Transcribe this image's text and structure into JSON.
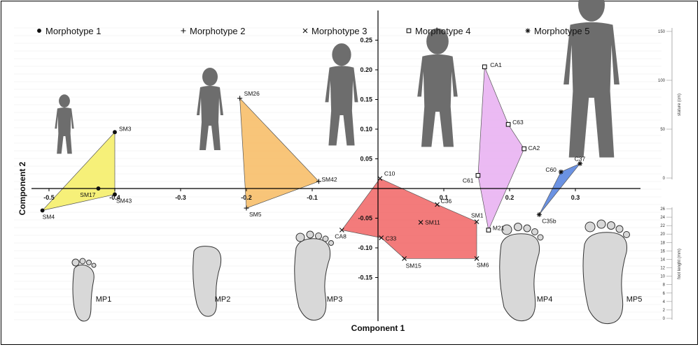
{
  "chart_data": {
    "type": "scatter",
    "xlabel": "Component 1",
    "ylabel": "Component 2",
    "x_ticks": [
      "-0.5",
      "-0.4",
      "-0.3",
      "-0.2",
      "-0.1",
      "0.1",
      "0.2",
      "0.3"
    ],
    "y_ticks": [
      "0.25",
      "0.20",
      "0.15",
      "0.10",
      "0.05",
      "-0.05",
      "-0.10",
      "-0.15"
    ],
    "legend": [
      {
        "marker": "●",
        "label": "Morphotype 1"
      },
      {
        "marker": "+",
        "label": "Morphotype 2"
      },
      {
        "marker": "x",
        "label": "Morphotype 3"
      },
      {
        "marker": "□",
        "label": "Morphotype 4"
      },
      {
        "marker": "*",
        "label": "Morphotype 5"
      }
    ],
    "series": [
      {
        "name": "Morphotype 1",
        "marker": "dot",
        "color": "#f5ee6a",
        "points": [
          {
            "label": "SM3",
            "x": -0.4,
            "y": 0.095
          },
          {
            "label": "SM17",
            "x": -0.425,
            "y": 0.0
          },
          {
            "label": "SM43",
            "x": -0.4,
            "y": -0.01
          },
          {
            "label": "SM4",
            "x": -0.51,
            "y": -0.037
          }
        ]
      },
      {
        "name": "Morphotype 2",
        "marker": "plus",
        "color": "#f7bf6a",
        "points": [
          {
            "label": "SM26",
            "x": -0.21,
            "y": 0.152
          },
          {
            "label": "SM42",
            "x": -0.09,
            "y": 0.012
          },
          {
            "label": "SM5",
            "x": -0.2,
            "y": -0.033
          }
        ]
      },
      {
        "name": "Morphotype 3",
        "marker": "x",
        "color": "#f26d6d",
        "points": [
          {
            "label": "C10",
            "x": 0.003,
            "y": 0.017
          },
          {
            "label": "C36",
            "x": 0.09,
            "y": -0.027
          },
          {
            "label": "SM1",
            "x": 0.15,
            "y": -0.056
          },
          {
            "label": "SM11",
            "x": 0.065,
            "y": -0.057
          },
          {
            "label": "CA8",
            "x": -0.055,
            "y": -0.07
          },
          {
            "label": "C33",
            "x": 0.005,
            "y": -0.083
          },
          {
            "label": "SM15",
            "x": 0.04,
            "y": -0.118
          },
          {
            "label": "SM6",
            "x": 0.15,
            "y": -0.118
          }
        ]
      },
      {
        "name": "Morphotype 4",
        "marker": "square",
        "color": "#e9b3f2",
        "points": [
          {
            "label": "CA1",
            "x": 0.162,
            "y": 0.205
          },
          {
            "label": "C63",
            "x": 0.198,
            "y": 0.108
          },
          {
            "label": "CA2",
            "x": 0.222,
            "y": 0.067
          },
          {
            "label": "C61",
            "x": 0.152,
            "y": 0.022
          },
          {
            "label": "M21",
            "x": 0.168,
            "y": -0.07
          }
        ]
      },
      {
        "name": "Morphotype 5",
        "marker": "star",
        "color": "#5b86e0",
        "points": [
          {
            "label": "C37",
            "x": 0.307,
            "y": 0.042
          },
          {
            "label": "C60",
            "x": 0.278,
            "y": 0.028
          },
          {
            "label": "C35b",
            "x": 0.245,
            "y": -0.044
          }
        ]
      }
    ],
    "stature_scale": {
      "label": "stature (cm)",
      "ticks": [
        "150",
        "100",
        "50",
        "0"
      ]
    },
    "foot_scale": {
      "label": "foot lenght (mm)",
      "ticks": [
        "26",
        "24",
        "22",
        "20",
        "18",
        "16",
        "14",
        "12",
        "10",
        "8",
        "6",
        "4",
        "2",
        "0"
      ]
    },
    "footprints": [
      "MP1",
      "MP2",
      "MP3",
      "MP4",
      "MP5"
    ]
  }
}
